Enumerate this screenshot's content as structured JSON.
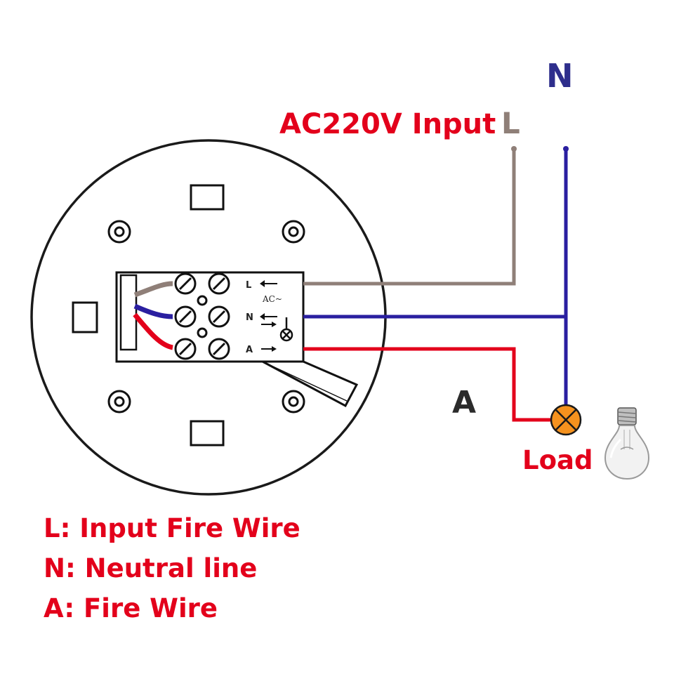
{
  "labels": {
    "input": "AC220V Input",
    "line_terminal": "L",
    "neutral_terminal": "N",
    "output_terminal": "A",
    "load": "Load"
  },
  "terminal_block": {
    "markings": [
      "L",
      "N",
      "A"
    ],
    "ac_symbol": "AC~"
  },
  "legend": [
    "L: Input Fire Wire",
    "N: Neutral line",
    "A: Fire Wire"
  ],
  "colors": {
    "text_red": "#e3001b",
    "text_blue": "#2e2e8c",
    "text_dark": "#2b2b2b",
    "wire_line": "#8f7f78",
    "wire_neutral": "#2a1fa0",
    "wire_output": "#e3001b",
    "lamp_orange": "#f5921e"
  }
}
